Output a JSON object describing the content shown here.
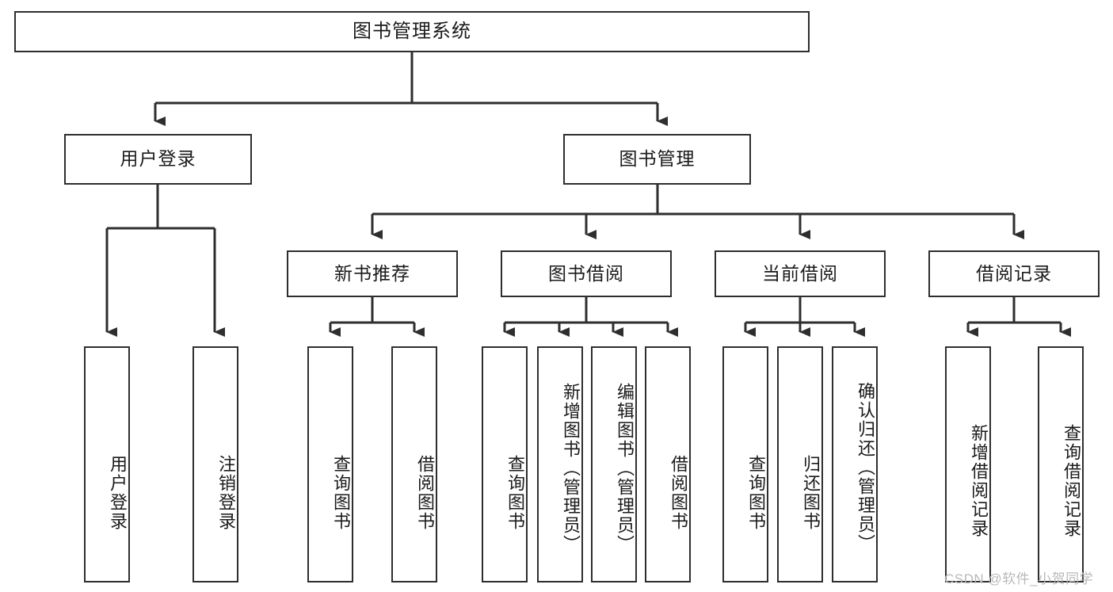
{
  "diagram": {
    "title": "图书管理系统",
    "type": "tree-hierarchy",
    "watermark": "CSDN @软件_小贺同学",
    "colors": {
      "background": "#ffffff",
      "box_border": "#2e2e2e",
      "box_fill": "#ffffff",
      "connector": "#2e2e2e",
      "text": "#1a1a1a",
      "watermark": "#b9b9b9"
    },
    "nodes": {
      "root": {
        "label": "图书管理系统"
      },
      "level2": [
        {
          "label": "用户登录"
        },
        {
          "label": "图书管理"
        }
      ],
      "level3": [
        {
          "label": "新书推荐"
        },
        {
          "label": "图书借阅"
        },
        {
          "label": "当前借阅"
        },
        {
          "label": "借阅记录"
        }
      ],
      "leaves": {
        "user_login": [
          {
            "label": "用户登录"
          },
          {
            "label": "注销登录"
          }
        ],
        "new_book_recommend": [
          {
            "label": "查询图书"
          },
          {
            "label": "借阅图书"
          }
        ],
        "book_borrow": [
          {
            "label": "查询图书"
          },
          {
            "label": "新增图书（管理员）"
          },
          {
            "label": "编辑图书（管理员）"
          },
          {
            "label": "借阅图书"
          }
        ],
        "current_borrow": [
          {
            "label": "查询图书"
          },
          {
            "label": "归还图书"
          },
          {
            "label": "确认归还（管理员）"
          }
        ],
        "borrow_record": [
          {
            "label": "新增借阅记录"
          },
          {
            "label": "查询借阅记录"
          }
        ]
      }
    }
  }
}
